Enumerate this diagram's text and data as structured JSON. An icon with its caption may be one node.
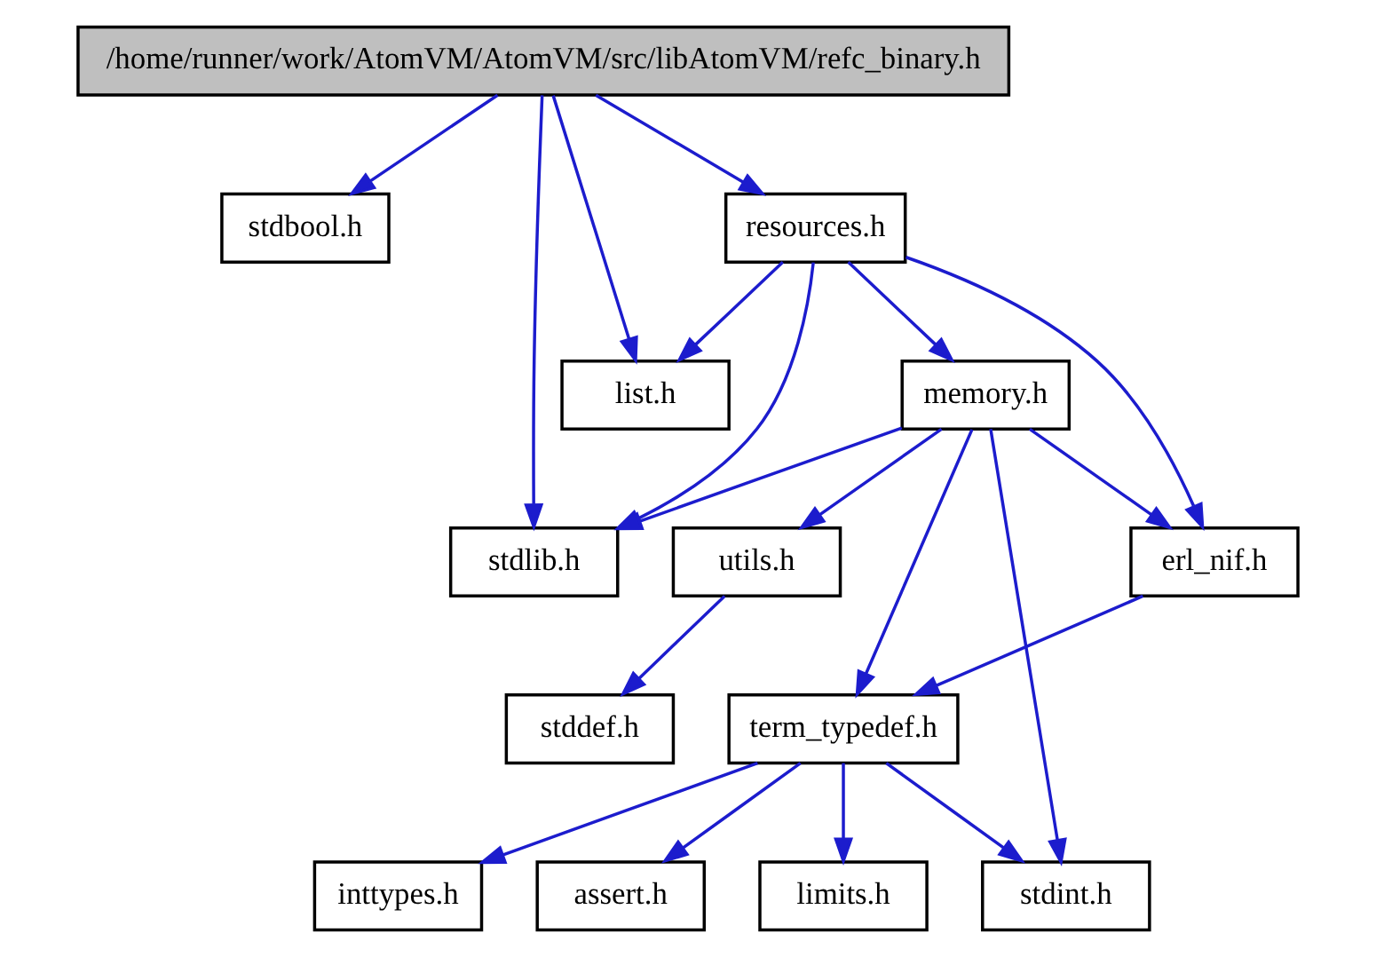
{
  "diagram": {
    "nodes": [
      {
        "text": [
          "/home/runner/work/AtomVM/AtomVM/src/libAtomVM/refc_binary.h"
        ]
      },
      {
        "text": [
          "stdbool.h"
        ]
      },
      {
        "text": [
          "resources.h"
        ]
      },
      {
        "text": [
          "list.h"
        ]
      },
      {
        "text": [
          "memory.h"
        ]
      },
      {
        "text": [
          "stdlib.h"
        ]
      },
      {
        "text": [
          "utils.h"
        ]
      },
      {
        "text": [
          "erl_nif.h"
        ]
      },
      {
        "text": [
          "stddef.h"
        ]
      },
      {
        "text": [
          "term_typedef.h"
        ]
      },
      {
        "text": [
          "stdint.h"
        ]
      },
      {
        "text": [
          "limits.h"
        ]
      },
      {
        "text": [
          "inttypes.h"
        ]
      },
      {
        "text": [
          "assert.h"
        ]
      }
    ],
    "edges": [
      {
        "from": 0,
        "to": 1,
        "arrow": "to"
      },
      {
        "from": 0,
        "to": 5,
        "arrow": "to"
      },
      {
        "from": 0,
        "to": 2,
        "arrow": "to"
      },
      {
        "from": 0,
        "to": 3,
        "arrow": "to"
      },
      {
        "from": 2,
        "to": 4,
        "arrow": "to"
      },
      {
        "from": 2,
        "to": 5,
        "arrow": "to"
      },
      {
        "from": 2,
        "to": 3,
        "arrow": "to"
      },
      {
        "from": 2,
        "to": 7,
        "arrow": "to"
      },
      {
        "from": 4,
        "to": 5,
        "arrow": "to"
      },
      {
        "from": 4,
        "to": 10,
        "arrow": "to"
      },
      {
        "from": 4,
        "to": 6,
        "arrow": "to"
      },
      {
        "from": 4,
        "to": 9,
        "arrow": "to"
      },
      {
        "from": 4,
        "to": 7,
        "arrow": "to"
      },
      {
        "from": 6,
        "to": 8,
        "arrow": "to"
      },
      {
        "from": 7,
        "to": 9,
        "arrow": "to"
      },
      {
        "from": 9,
        "to": 10,
        "arrow": "to"
      },
      {
        "from": 9,
        "to": 11,
        "arrow": "to"
      },
      {
        "from": 9,
        "to": 12,
        "arrow": "to"
      },
      {
        "from": 9,
        "to": 13,
        "arrow": "to"
      }
    ]
  }
}
